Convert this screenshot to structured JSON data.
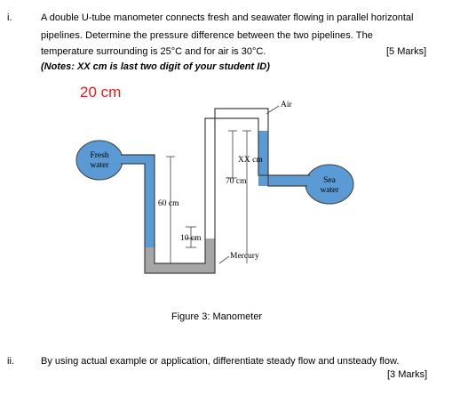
{
  "q1": {
    "number": "i.",
    "line1": "A double U-tube manometer connects fresh and seawater flowing in parallel horizontal",
    "line2": "pipelines.  Determine  the  pressure  difference  between  the  two  pipelines.  The",
    "line3": "temperature surrounding is 25°C and for air is 30°C.",
    "marks": "[5 Marks]",
    "notes": "(Notes: XX cm is last two digit of your student ID)",
    "answer": "20 cm"
  },
  "figure": {
    "fresh_label_1": "Fresh",
    "fresh_label_2": "water",
    "sea_label_1": "Sea",
    "sea_label_2": "water",
    "air_label": "Air",
    "xx_label": "XX cm",
    "dim_70": "70 cm",
    "dim_60": "60 cm",
    "dim_10": "10 cm",
    "mercury_label": "Mercury",
    "caption": "Figure 3: Manometer",
    "colors": {
      "water": "#5b9bd5",
      "mercury": "#a6a6a6",
      "tube": "#404040"
    }
  },
  "q2": {
    "number": "ii.",
    "text": "By using actual example or application, differentiate steady flow and unsteady flow.",
    "marks": "[3 Marks]"
  }
}
